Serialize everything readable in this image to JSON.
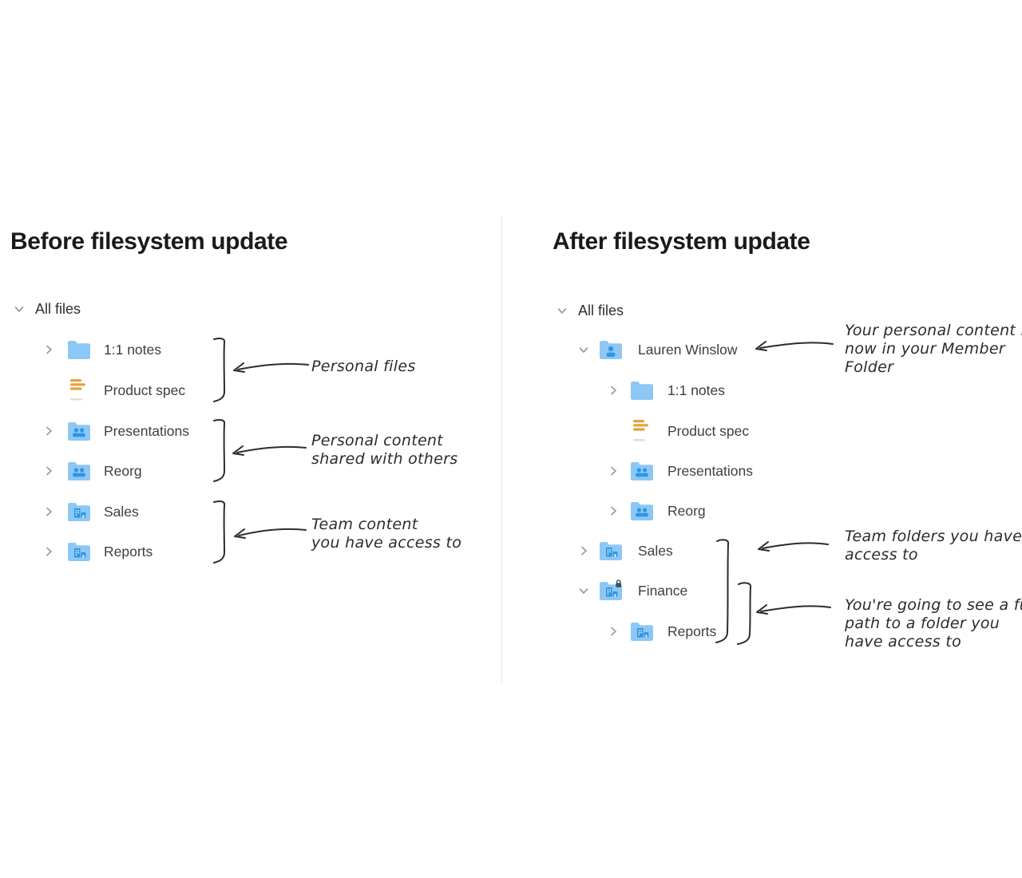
{
  "colors": {
    "folder_blue": "#8CC7F5",
    "folder_glyph_blue": "#2E96E0",
    "doc_line_orange": "#E3A23C",
    "lock_dark": "#3E5160",
    "annotation_ink": "#2c2c2c",
    "title_color": "#1e1919",
    "chevron_gray": "#9b9b9b",
    "divider_gray": "#e8e5e3"
  },
  "left": {
    "title": "Before filesystem update",
    "root": {
      "label": "All files",
      "chevron": "down"
    },
    "tree": [
      {
        "label": "1:1 notes",
        "icon": "folder",
        "chevron": "right"
      },
      {
        "label": "Product spec",
        "icon": "paper-doc",
        "chevron": "none"
      },
      {
        "label": "Presentations",
        "icon": "folder-shared",
        "chevron": "right"
      },
      {
        "label": "Reorg",
        "icon": "folder-shared",
        "chevron": "right"
      },
      {
        "label": "Sales",
        "icon": "folder-team",
        "chevron": "right"
      },
      {
        "label": "Reports",
        "icon": "folder-team",
        "chevron": "right"
      }
    ],
    "annotations": [
      {
        "lines": [
          "Personal files"
        ]
      },
      {
        "lines": [
          "Personal content",
          "shared with others"
        ]
      },
      {
        "lines": [
          "Team content",
          "you have access to"
        ]
      }
    ]
  },
  "right": {
    "title": "After filesystem update",
    "root": {
      "label": "All files",
      "chevron": "down"
    },
    "tree": [
      {
        "label": "Lauren Winslow",
        "icon": "folder-member",
        "chevron": "down"
      },
      {
        "label": "1:1 notes",
        "icon": "folder",
        "chevron": "right"
      },
      {
        "label": "Product spec",
        "icon": "paper-doc",
        "chevron": "none"
      },
      {
        "label": "Presentations",
        "icon": "folder-shared",
        "chevron": "right"
      },
      {
        "label": "Reorg",
        "icon": "folder-shared",
        "chevron": "right"
      },
      {
        "label": "Sales",
        "icon": "folder-team",
        "chevron": "right"
      },
      {
        "label": "Finance",
        "icon": "folder-team-locked",
        "chevron": "down"
      },
      {
        "label": "Reports",
        "icon": "folder-team",
        "chevron": "right"
      }
    ],
    "annotations": [
      {
        "lines": [
          "Your personal content is",
          "now in your Member",
          "Folder"
        ]
      },
      {
        "lines": [
          "Team folders you have",
          "access to"
        ]
      },
      {
        "lines": [
          "You're going to see a full",
          "path to a folder you",
          "have access to"
        ]
      }
    ]
  }
}
